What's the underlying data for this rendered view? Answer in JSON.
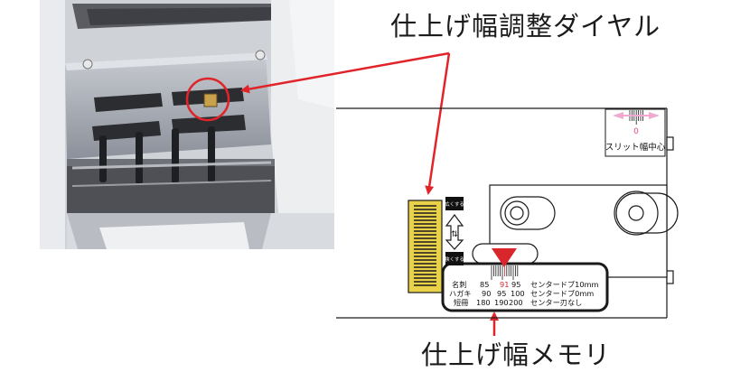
{
  "labels": {
    "dial_title": "仕上げ幅調整ダイヤル",
    "memory_title": "仕上げ幅メモリ",
    "slit_center": "スリット幅中心",
    "slit_zero": "0",
    "dial_top_tag": "広くする",
    "dial_bottom_tag": "狭くする"
  },
  "scale_table": {
    "rows": [
      {
        "name": "名刺",
        "v1": "85",
        "v2": "91",
        "v3": "95",
        "note": "センタードブ10mm"
      },
      {
        "name": "ハガキ",
        "v1": "90",
        "v2": "95",
        "v3": "100",
        "note": "センタードブ0mm"
      },
      {
        "name": "短冊",
        "v1": "180",
        "v2": "190",
        "v3": "200",
        "note": "センター刃なし"
      }
    ],
    "highlight_value": "91"
  },
  "colors": {
    "arrow_red": "#e0242a",
    "dial_yellow": "#e9d24a",
    "highlight_red": "#d8262c",
    "pink": "#f0a8d0",
    "line": "#1a1a1a"
  }
}
